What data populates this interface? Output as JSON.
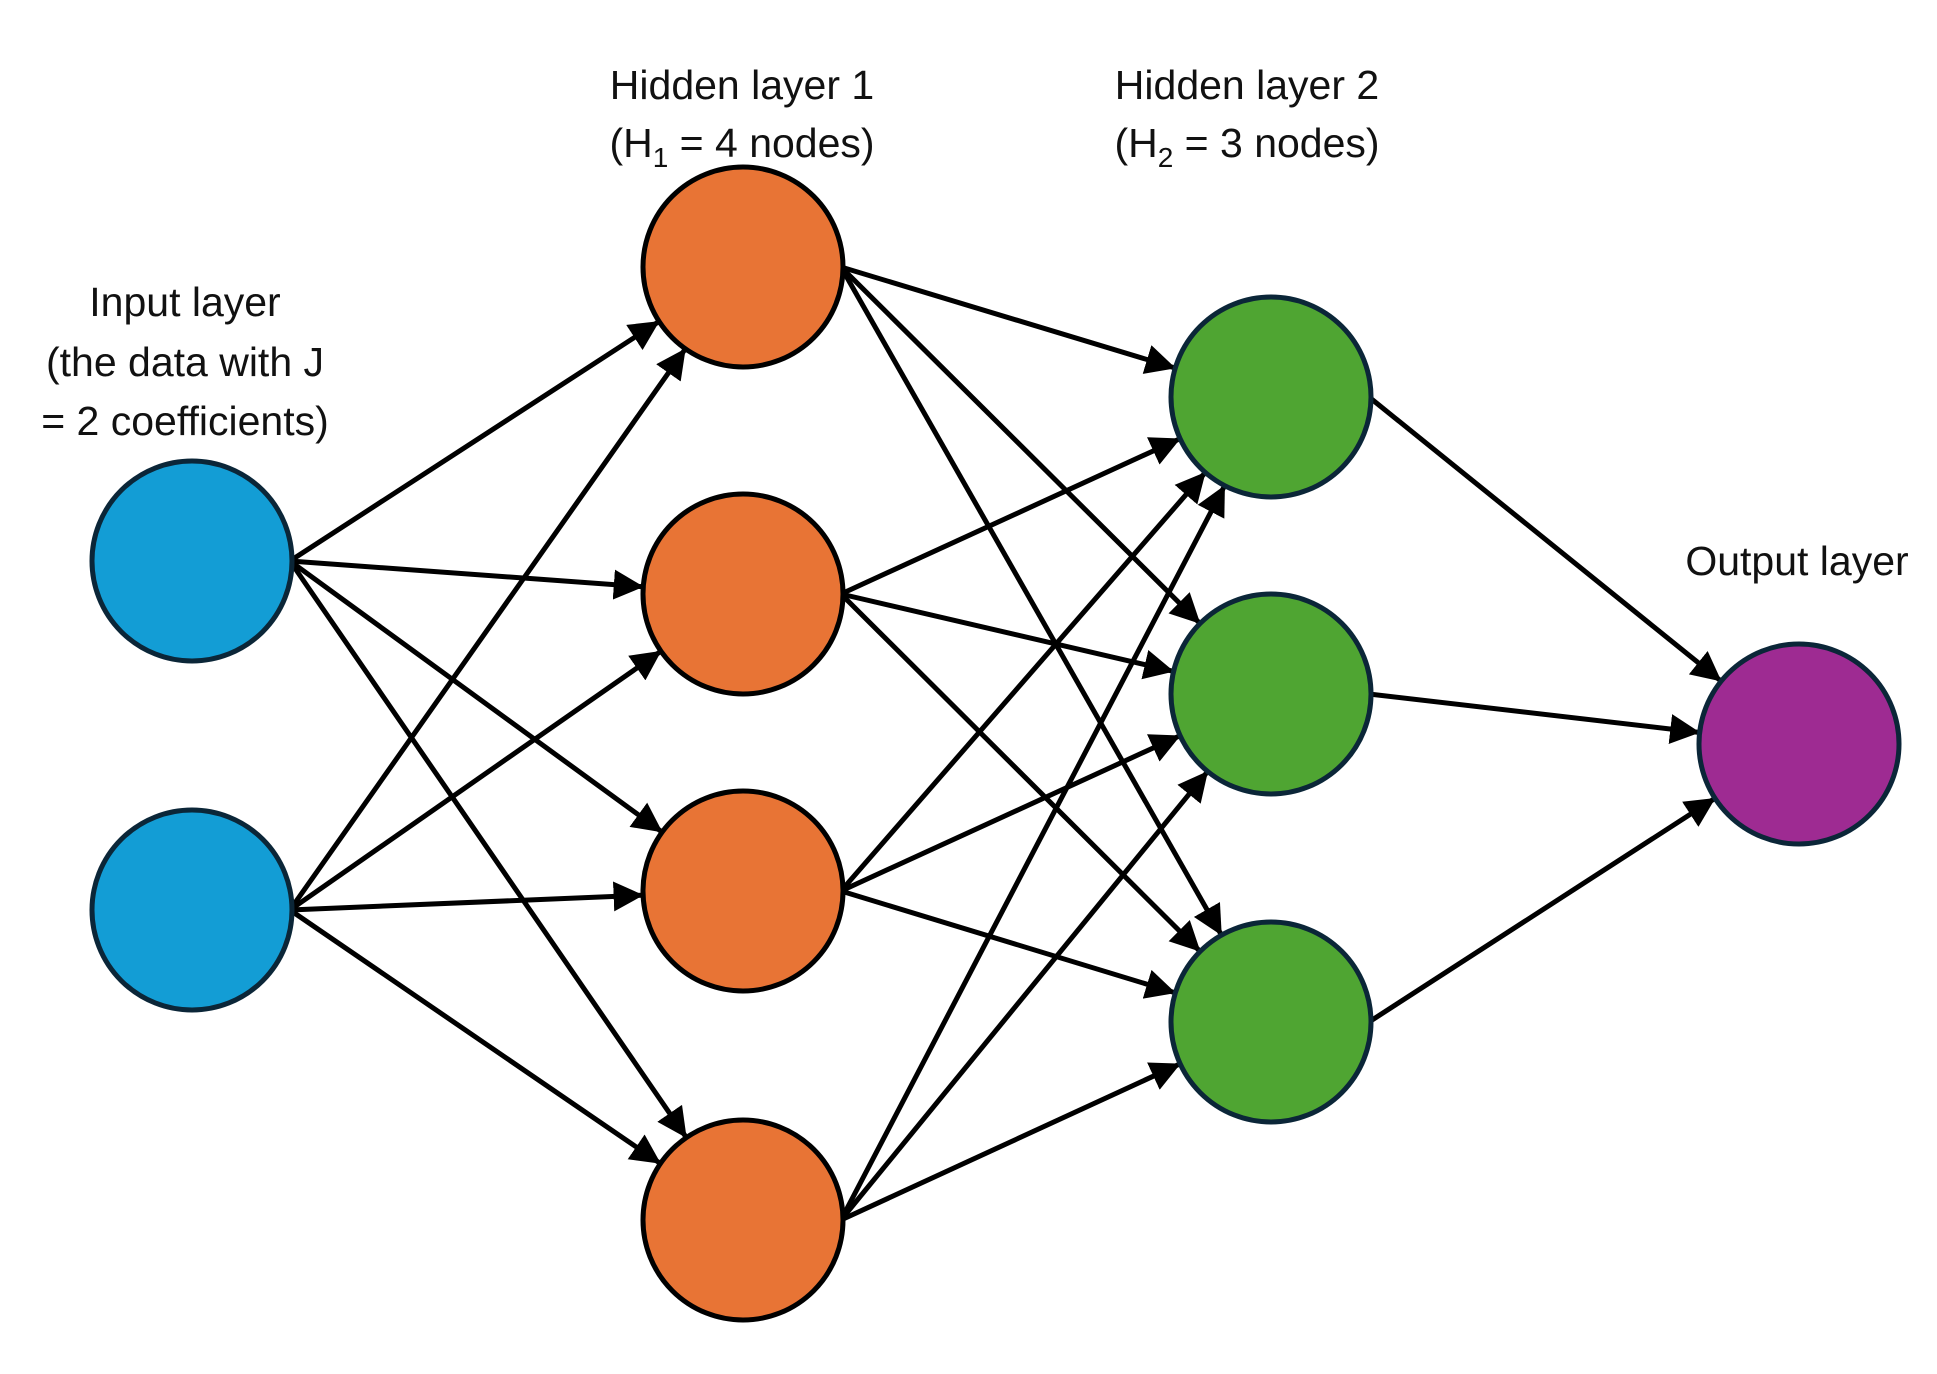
{
  "title": "Feed-forward neural network diagram",
  "layers": [
    {
      "id": "input",
      "label_lines": [
        "Input layer",
        "(the data with J",
        "= 2 coefficients)"
      ],
      "node_count": 2,
      "fill": "#139dd5",
      "stroke": "#0b2638"
    },
    {
      "id": "hidden1",
      "label_lines": [
        "Hidden layer 1",
        "(H",
        "1",
        " = 4 nodes)"
      ],
      "label_main": "Hidden layer 1",
      "label_sub": {
        "prefix": "(H",
        "subscript": "1",
        "suffix": " = 4 nodes)"
      },
      "node_count": 4,
      "fill": "#e87435",
      "stroke": "#000000"
    },
    {
      "id": "hidden2",
      "label_main": "Hidden layer 2",
      "label_sub": {
        "prefix": "(H",
        "subscript": "2",
        "suffix": " = 3 nodes)"
      },
      "node_count": 3,
      "fill": "#4fa532",
      "stroke": "#0b2638"
    },
    {
      "id": "output",
      "label_lines": [
        "Output layer"
      ],
      "node_count": 1,
      "fill": "#9e2b92",
      "stroke": "#0b2638"
    }
  ],
  "connections": "fully-connected",
  "edge_color": "#000000",
  "text": {
    "input_1": "Input layer",
    "input_2": "(the data with J",
    "input_3": "= 2 coefficients)",
    "h1_title": "Hidden layer 1",
    "h1_pre": "(H",
    "h1_sub": "1",
    "h1_post": " = 4 nodes)",
    "h2_title": "Hidden layer 2",
    "h2_pre": "(H",
    "h2_sub": "2",
    "h2_post": " = 3 nodes)",
    "output_1": "Output layer"
  }
}
